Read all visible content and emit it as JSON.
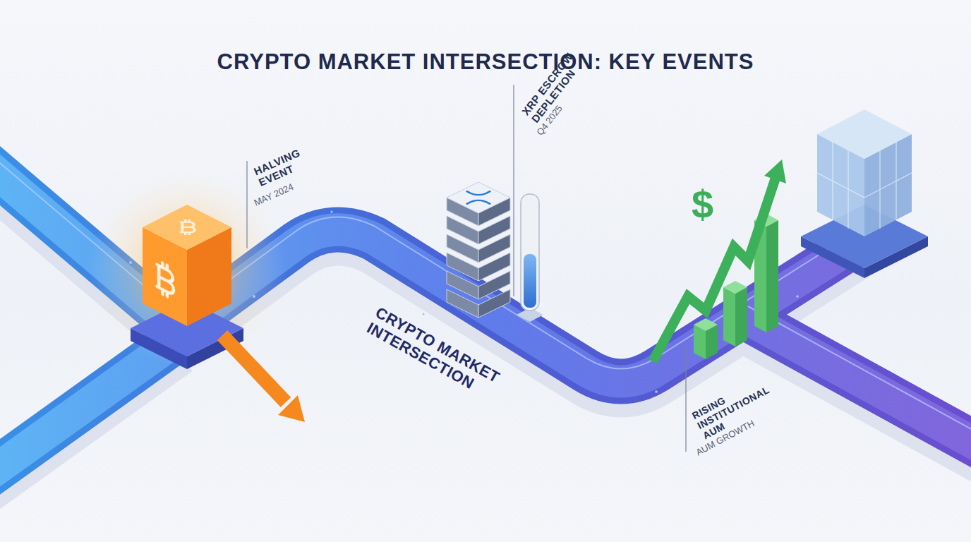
{
  "diagram": {
    "title": "CRYPTO MARKET INTERSECTION: KEY EVENTS",
    "labels": [
      "HALVING EVENT",
      "MAY 2024",
      "XRP ESCROW DEPLETION",
      "Q4 2025",
      "CRYPTO MARKET INTERSECTION",
      "RISING INSTITUTIONAL AUM",
      "AUM GROWTH",
      "$"
    ]
  }
}
